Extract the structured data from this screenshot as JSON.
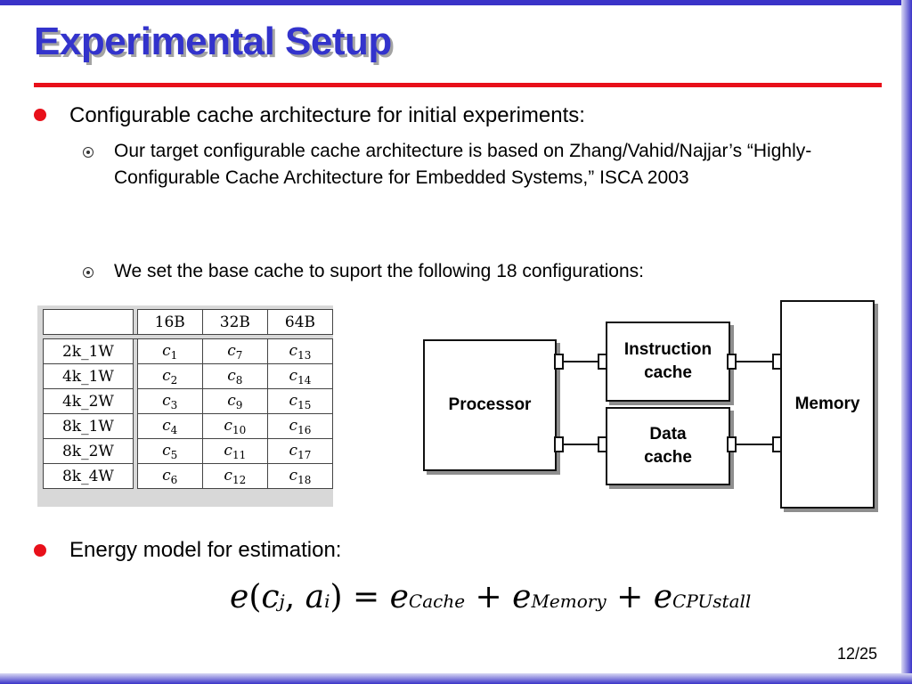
{
  "slide": {
    "title": "Experimental Setup",
    "bullet1": "Configurable cache architecture for initial experiments:",
    "sub1": "Our target configurable cache architecture is based on Zhang/Vahid/Najjar’s “Highly-Configurable Cache Architecture for Embedded Systems,” ISCA 2003",
    "sub2": "We set the base cache to suport the following 18 configurations:",
    "bullet2": "Energy model for estimation:",
    "page": "12/25"
  },
  "config_table": {
    "columns": [
      "16B",
      "32B",
      "64B"
    ],
    "rows": [
      {
        "label": "2k_1W",
        "cells": [
          [
            "c",
            "1"
          ],
          [
            "c",
            "7"
          ],
          [
            "c",
            "13"
          ]
        ]
      },
      {
        "label": "4k_1W",
        "cells": [
          [
            "c",
            "2"
          ],
          [
            "c",
            "8"
          ],
          [
            "c",
            "14"
          ]
        ]
      },
      {
        "label": "4k_2W",
        "cells": [
          [
            "c",
            "3"
          ],
          [
            "c",
            "9"
          ],
          [
            "c",
            "15"
          ]
        ]
      },
      {
        "label": "8k_1W",
        "cells": [
          [
            "c",
            "4"
          ],
          [
            "c",
            "10"
          ],
          [
            "c",
            "16"
          ]
        ]
      },
      {
        "label": "8k_2W",
        "cells": [
          [
            "c",
            "5"
          ],
          [
            "c",
            "11"
          ],
          [
            "c",
            "17"
          ]
        ]
      },
      {
        "label": "8k_4W",
        "cells": [
          [
            "c",
            "6"
          ],
          [
            "c",
            "12"
          ],
          [
            "c",
            "18"
          ]
        ]
      }
    ]
  },
  "diagram": {
    "processor": "Processor",
    "instruction_cache_line1": "Instruction",
    "instruction_cache_line2": "cache",
    "data_cache_line1": "Data",
    "data_cache_line2": "cache",
    "memory": "Memory"
  },
  "equation": {
    "lhs_e": "e",
    "lhs_c": "c",
    "lhs_c_sub": "j",
    "lhs_a": "a",
    "lhs_a_sub": "i",
    "term1_sub": "Cache",
    "term2_sub": "Memory",
    "term3_sub": "CPUstall"
  },
  "colors": {
    "title": "#3333cc",
    "accent_red": "#e8101a",
    "frame_blue": "#3a33c8"
  }
}
